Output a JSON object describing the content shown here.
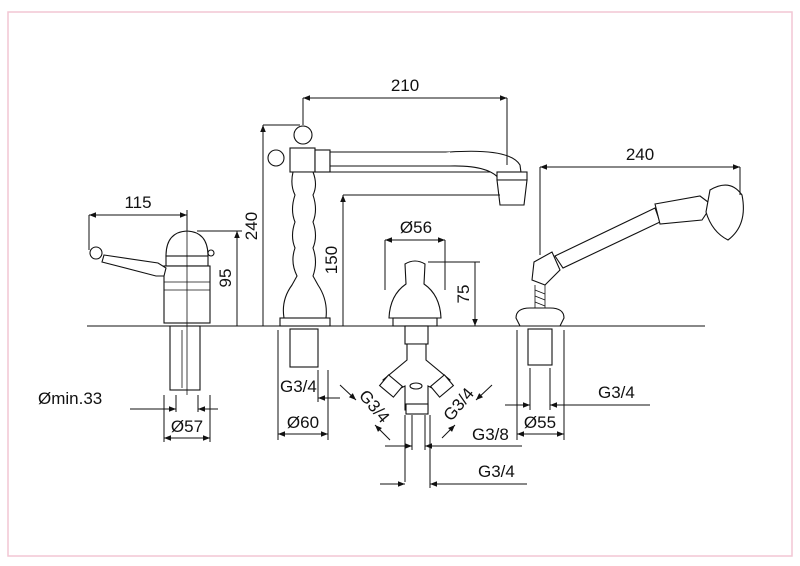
{
  "border_color": "#f2c6d4",
  "dimensions": {
    "spout_reach": "210",
    "spout_height": "240",
    "mixer_reach": "115",
    "mixer_height": "95",
    "spout_outlet_height": "150",
    "valve_diameter": "Ø56",
    "valve_height": "75",
    "shower_length": "240",
    "mixer_hole": "Ømin.33",
    "mixer_base": "Ø57",
    "spout_thread": "G3/4",
    "spout_base": "Ø60",
    "valve_left_thread": "G3/4",
    "valve_right_thread": "G3/4",
    "valve_outlet_thread": "G3/8",
    "shower_base": "Ø55",
    "shower_thread": "G3/4",
    "valve_bottom_thread": "G3/4"
  }
}
